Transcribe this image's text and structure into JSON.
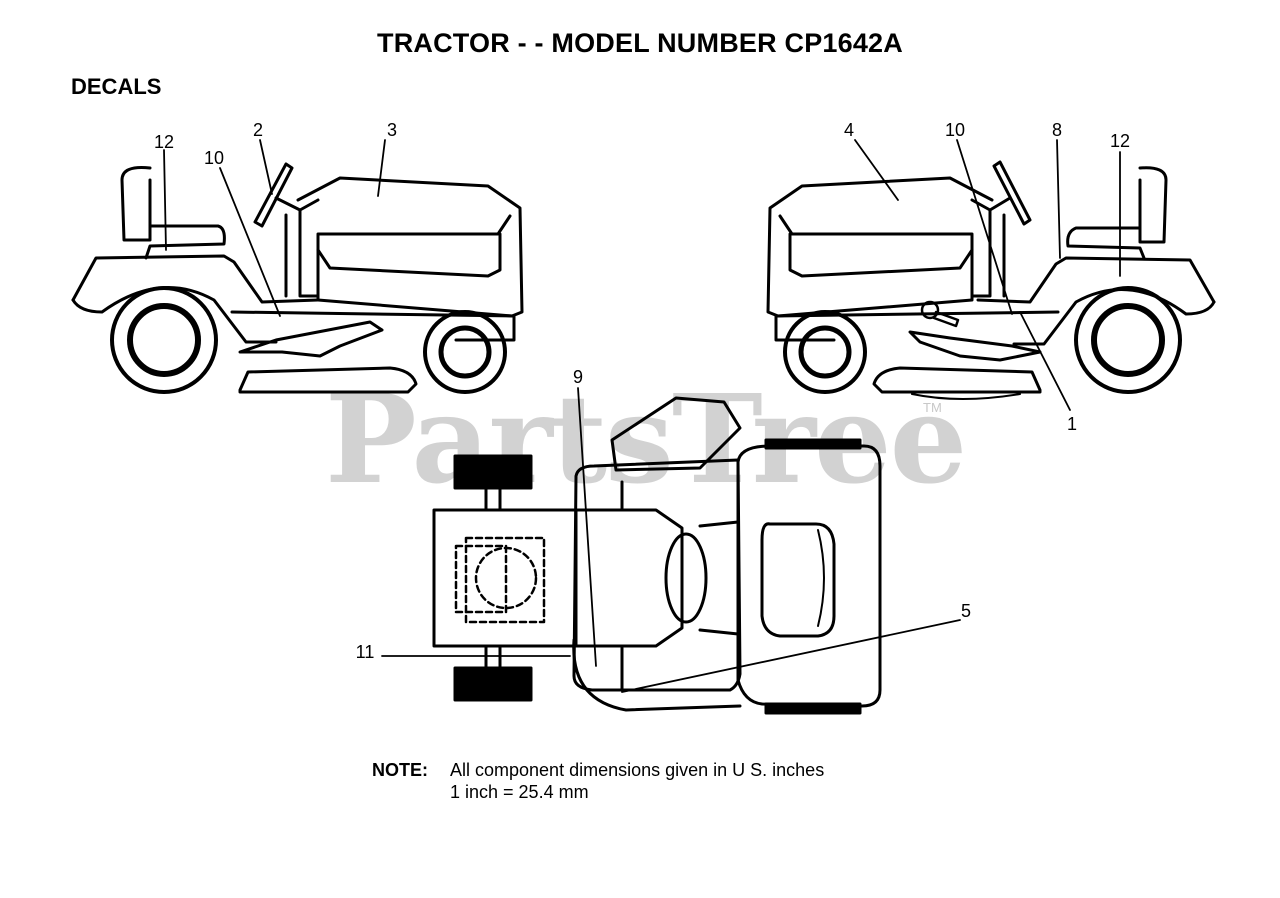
{
  "header": {
    "title": "TRACTOR - - MODEL NUMBER CP1642A",
    "section": "DECALS"
  },
  "watermark": {
    "text": "PartsTree",
    "trademark": "TM"
  },
  "callouts": {
    "left_12": "12",
    "left_2": "2",
    "left_3": "3",
    "left_10": "10",
    "right_4": "4",
    "right_10": "10",
    "right_8": "8",
    "right_12": "12",
    "right_1": "1",
    "top_9": "9",
    "top_5": "5",
    "top_11": "11"
  },
  "note": {
    "label": "NOTE:",
    "line1": "All component dimensions given in U S. inches",
    "line2": "1 inch = 25.4 mm"
  }
}
